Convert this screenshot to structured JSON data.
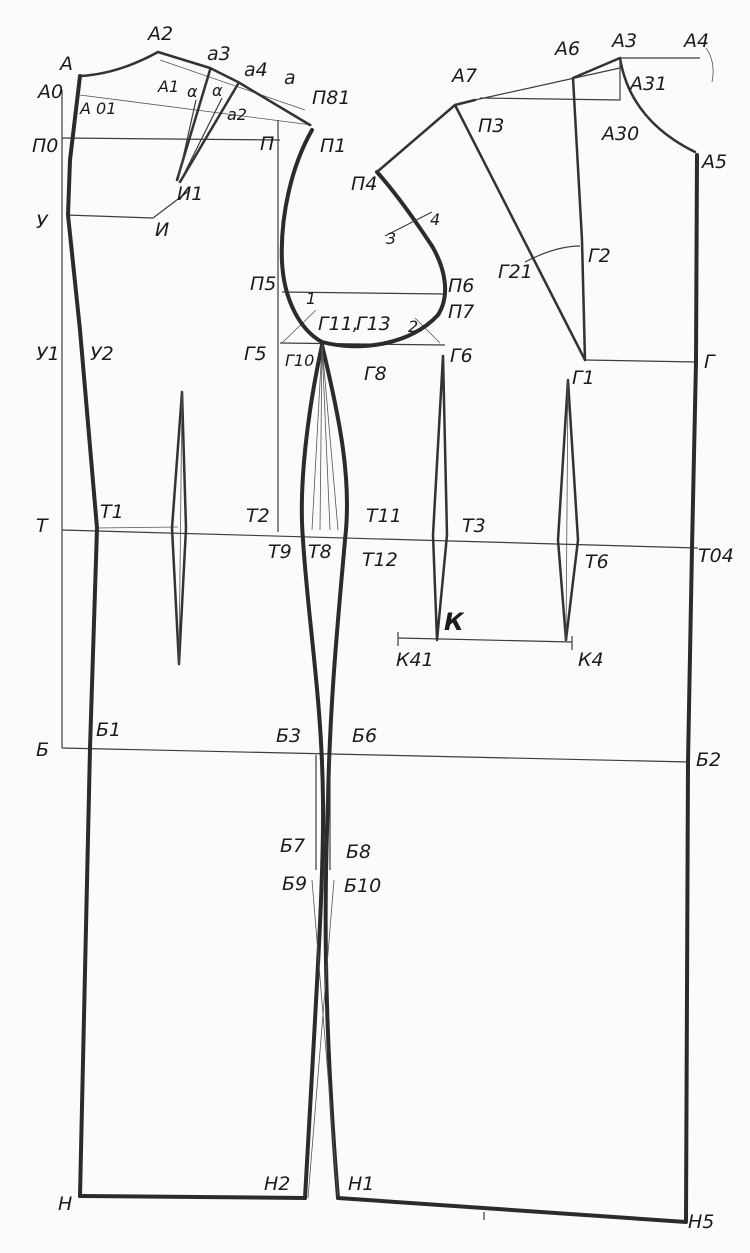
{
  "diagram": {
    "colors": {
      "ink": "#2b2b2b",
      "paper": "#fbfbfa"
    },
    "labels": {
      "A": "А",
      "A0": "А0",
      "A01": "А 01",
      "A1": "А1",
      "A2": "А2",
      "A3": "А3",
      "A4": "А4",
      "A5": "А5",
      "A6": "А6",
      "A7": "А7",
      "A30": "А30",
      "A31": "А31",
      "a": "а",
      "a2": "а2",
      "a3": "а3",
      "a4": "а4",
      "alpha1": "α",
      "alpha2": "α",
      "P0": "П0",
      "P": "П",
      "P1": "П1",
      "P3": "П3",
      "P4": "П4",
      "P5": "П5",
      "P6": "П6",
      "P7": "П7",
      "P81": "П81",
      "U": "У",
      "U1": "У1",
      "U2": "У2",
      "I": "И",
      "I1": "И1",
      "G": "Г",
      "G1": "Г1",
      "G2": "Г2",
      "G21": "Г21",
      "G5": "Г5",
      "G6": "Г6",
      "G8": "Г8",
      "G10": "Г10",
      "G11": "Г11,",
      "G13": "Г13",
      "n1": "1",
      "n2": "2",
      "n3": "3",
      "n4": "4",
      "T": "Т",
      "T1": "Т1",
      "T2": "Т2",
      "T3": "Т3",
      "T6": "Т6",
      "T8": "Т8",
      "T9": "Т9",
      "T11": "Т11",
      "T12": "Т12",
      "T04": "Т04",
      "K": "К",
      "K4": "К4",
      "K41": "К41",
      "B": "Б",
      "B1": "Б1",
      "B2": "Б2",
      "B3": "Б3",
      "B6": "Б6",
      "B7": "Б7",
      "B8": "Б8",
      "B9": "Б9",
      "B10": "Б10",
      "H": "Н",
      "H1": "Н1",
      "H2": "Н2",
      "H5": "Н5"
    }
  }
}
